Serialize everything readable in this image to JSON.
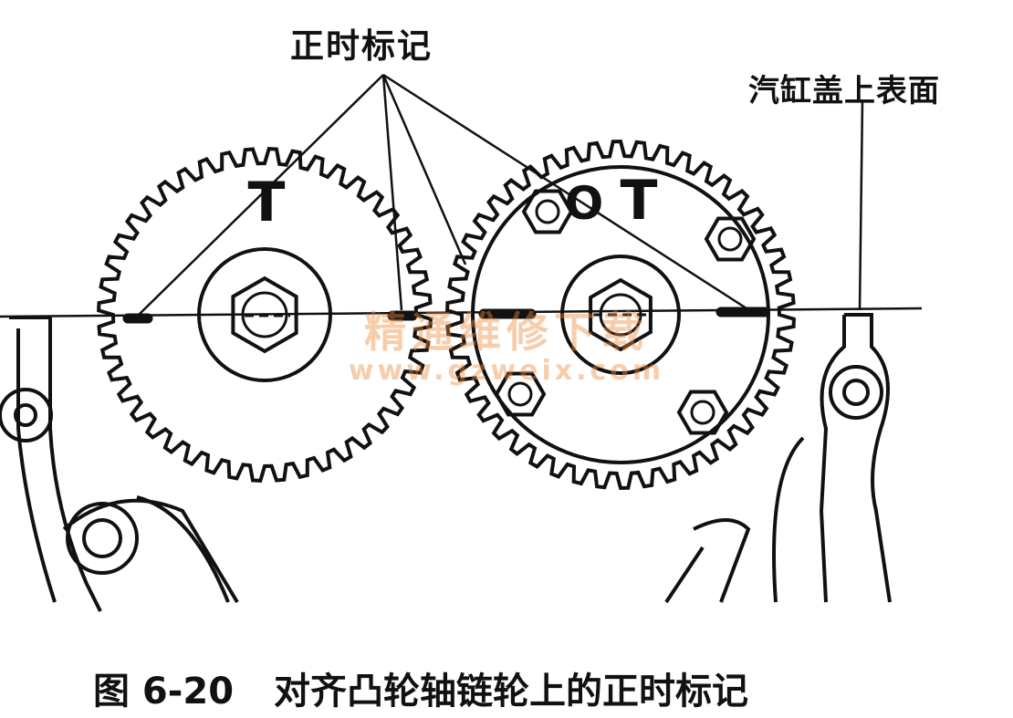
{
  "labels": {
    "timing_marks": "正时标记",
    "cylinder_head_upper_surface": "汽缸盖上表面"
  },
  "gear_marks": {
    "left_gear": "T",
    "right_gear": "T",
    "right_gear_circle_mark": "O"
  },
  "caption": {
    "figure_no": "图 6-20",
    "text": "对齐凸轮轴链轮上的正时标记"
  },
  "watermark": {
    "chinese": "精通维修下载",
    "url": "www.gzweix.com"
  },
  "colors": {
    "line": "#111111",
    "background": "#ffffff",
    "watermark": "#f08a3a"
  }
}
